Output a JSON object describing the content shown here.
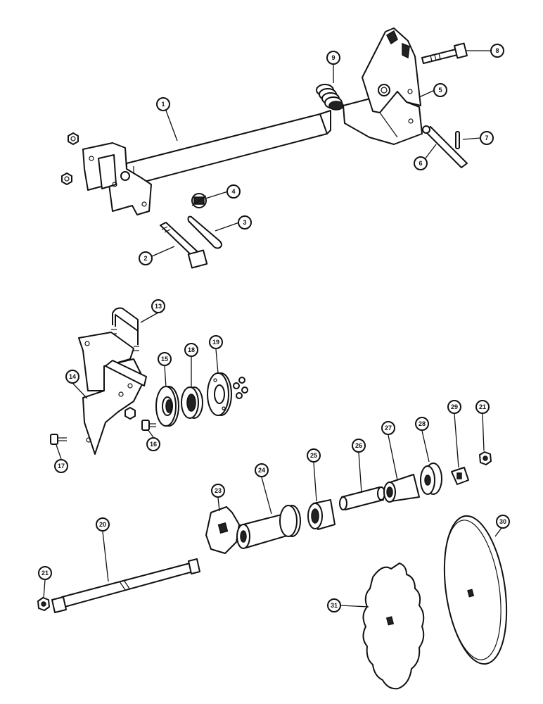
{
  "callouts": [
    {
      "label": "1"
    },
    {
      "label": "2"
    },
    {
      "label": "3"
    },
    {
      "label": "4"
    },
    {
      "label": "5"
    },
    {
      "label": "6"
    },
    {
      "label": "7"
    },
    {
      "label": "8"
    },
    {
      "label": "9"
    },
    {
      "label": "13"
    },
    {
      "label": "14"
    },
    {
      "label": "15"
    },
    {
      "label": "16"
    },
    {
      "label": "17"
    },
    {
      "label": "18"
    },
    {
      "label": "19"
    },
    {
      "label": "20"
    },
    {
      "label": "21"
    },
    {
      "label": "21"
    },
    {
      "label": "23"
    },
    {
      "label": "24"
    },
    {
      "label": "25"
    },
    {
      "label": "26"
    },
    {
      "label": "27"
    },
    {
      "label": "28"
    },
    {
      "label": "29"
    },
    {
      "label": "30"
    },
    {
      "label": "31"
    }
  ]
}
